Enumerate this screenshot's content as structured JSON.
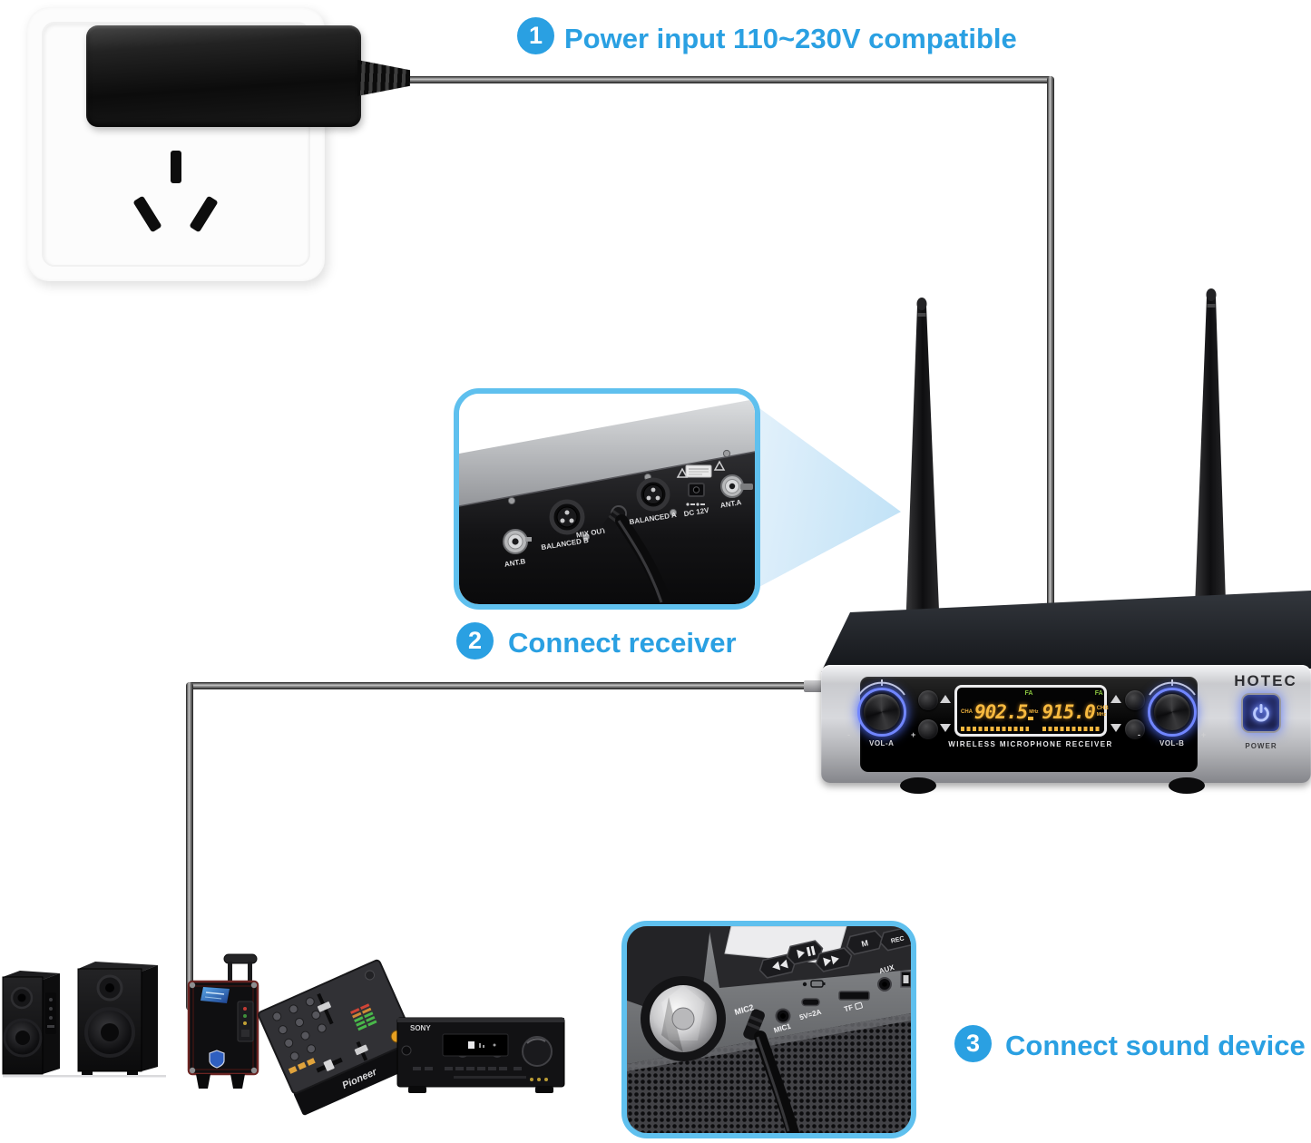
{
  "steps": [
    {
      "number": "1",
      "label": "Power input 110~230V compatible"
    },
    {
      "number": "2",
      "label": "Connect receiver"
    },
    {
      "number": "3",
      "label": "Connect sound device"
    }
  ],
  "receiver": {
    "brand": "HOTEC",
    "subtitle": "WIRELESS MICROPHONE RECEIVER",
    "power_label": "POWER",
    "vol_a": "VOL-A",
    "vol_b": "VOL-B",
    "minus": "-",
    "plus": "+",
    "display": {
      "cha_label": "CHA",
      "cha_freq": "902.5",
      "cha_unit": "MHz",
      "cha_mode": "FA",
      "chb_label": "CHB",
      "chb_freq": "915.0",
      "chb_unit": "MHz",
      "chb_mode": "FA"
    }
  },
  "back_panel": {
    "ant_b": "ANT.B",
    "balanced_b": "BALANCED B",
    "mix_out": "MIX OUT",
    "balanced_a": "BALANCED A",
    "dc": "DC 12V",
    "ant_a": "ANT.A"
  },
  "sound_device": {
    "mic2": "MIC2",
    "mic1": "MIC1",
    "usb_power": "5V=2A",
    "tf": "TF",
    "aux": "AUX",
    "m_button": "M",
    "rec_button": "REC"
  },
  "devices": {
    "sony": "SONY",
    "pioneer": "Pioneer"
  },
  "colors": {
    "step_blue": "#2aa0e2",
    "inset_border": "#5fc0ee",
    "arrow_blue": "#cfe9f8",
    "display_amber": "#f5b63e",
    "display_green": "#8bc63f",
    "knob_glow": "#5470ff",
    "power_glow": "#4053e0"
  }
}
